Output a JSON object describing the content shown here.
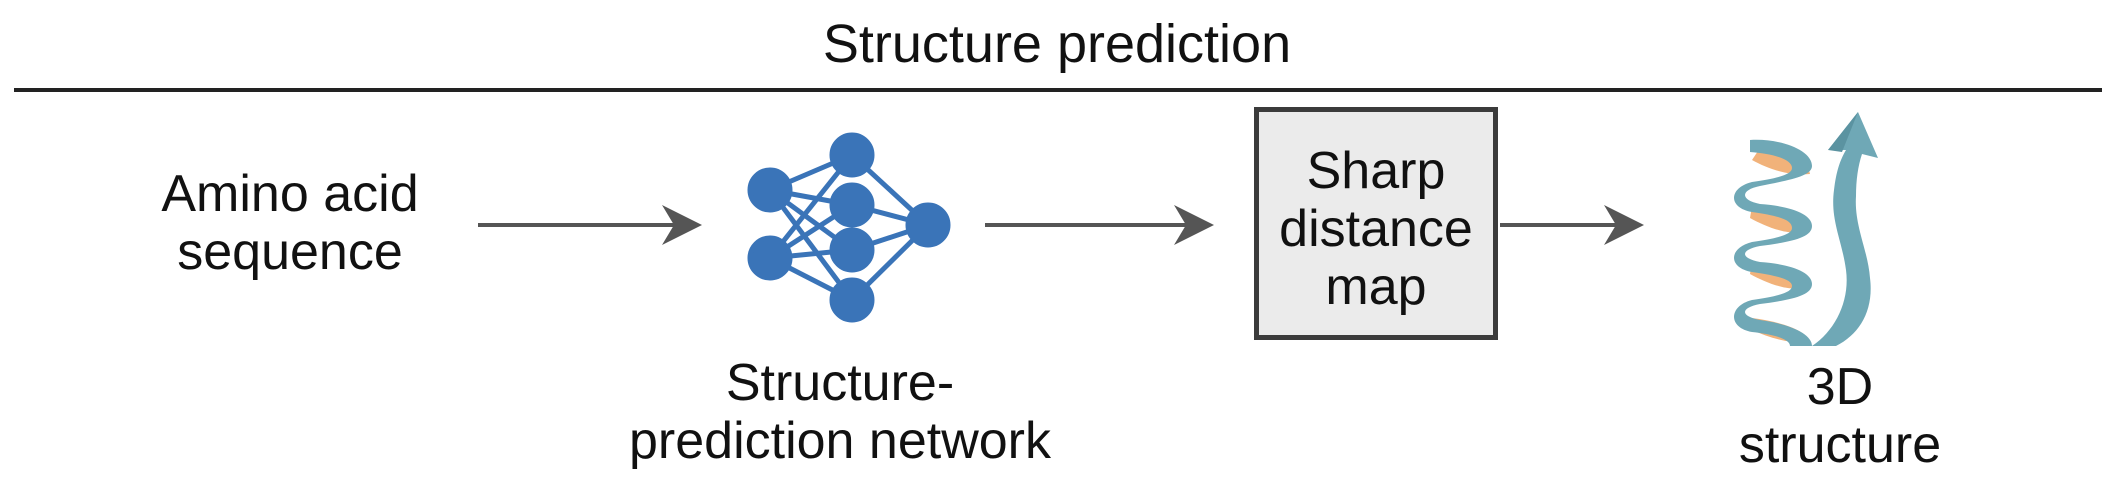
{
  "title": "Structure prediction",
  "input_label_line1": "Amino acid",
  "input_label_line2": "sequence",
  "network_label_line1": "Structure-",
  "network_label_line2": "prediction network",
  "map_label_line1": "Sharp",
  "map_label_line2": "distance",
  "map_label_line3": "map",
  "output_label_line1": "3D",
  "output_label_line2": "structure",
  "colors": {
    "network_node": "#3a74b8",
    "helix_front": "#6fa8b6",
    "helix_back": "#f1b27a",
    "arrow": "#555555",
    "box_fill": "#ebebeb"
  }
}
